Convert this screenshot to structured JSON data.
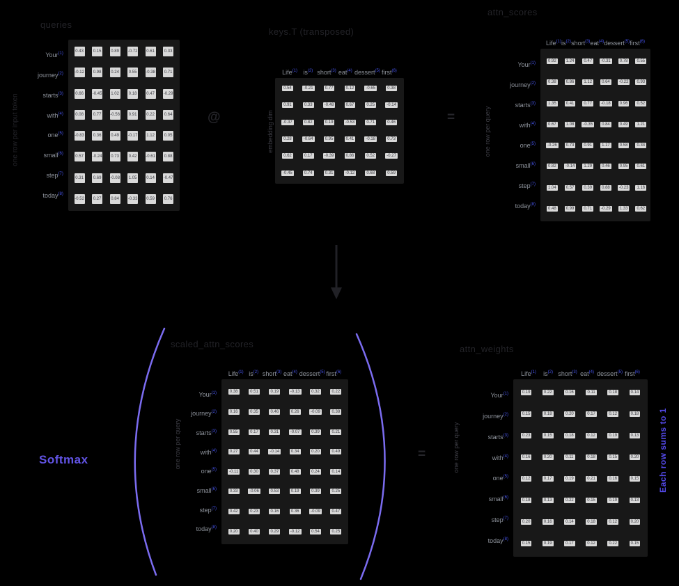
{
  "figure": {
    "softmax_label": "Softmax",
    "right_note": "Each row sums to 1",
    "operators": {
      "matmul": "@",
      "equals_top": "=",
      "equals_bottom": "="
    }
  },
  "colors": {
    "background": "#000000",
    "matrix_panel": "#181818",
    "cell_box": "#d9d9d9",
    "token_label_gray": "#8e939c",
    "superscript_blue": "#4553ea",
    "title_dark_gray": "#232328",
    "softmax_purple": "#6254e6",
    "paren_purple": "#7b6cf0",
    "note_purple": "#5349e8",
    "operator_dark": "#26262b"
  },
  "tokens": {
    "query_tokens": [
      "Your",
      "journey",
      "starts",
      "with",
      "one",
      "small",
      "step",
      "today"
    ],
    "key_tokens": [
      "Life",
      "is",
      "short",
      "eat",
      "dessert",
      "first"
    ]
  },
  "matrices": {
    "queries": {
      "title": "queries",
      "ylabel": "one row per input token",
      "square_cells": true,
      "row_labels": "query_tokens",
      "values": [
        [
          0.43,
          0.15,
          0.89,
          -0.72,
          0.61,
          0.33
        ],
        [
          -0.12,
          0.98,
          0.24,
          0.55,
          -0.38,
          0.71
        ],
        [
          0.66,
          -0.45,
          1.02,
          0.18,
          0.47,
          -0.29
        ],
        [
          0.08,
          0.77,
          -0.56,
          0.91,
          0.22,
          0.64
        ],
        [
          -0.83,
          0.36,
          0.49,
          -0.17,
          1.12,
          0.05
        ],
        [
          0.57,
          -0.24,
          0.73,
          0.42,
          -0.61,
          0.88
        ],
        [
          0.31,
          0.69,
          -0.08,
          1.05,
          0.14,
          -0.47
        ],
        [
          -0.52,
          0.27,
          0.84,
          -0.33,
          0.59,
          0.76
        ]
      ]
    },
    "keys_t": {
      "title": "keys.T (transposed)",
      "ylabel": "embedding dim",
      "col_labels": "key_tokens",
      "values": [
        [
          0.54,
          -0.21,
          0.77,
          0.12,
          -0.65,
          0.38
        ],
        [
          0.91,
          0.33,
          -0.48,
          0.67,
          0.25,
          -0.14
        ],
        [
          -0.37,
          0.82,
          0.19,
          -0.53,
          0.71,
          0.46
        ],
        [
          0.28,
          -0.64,
          0.95,
          0.41,
          -0.18,
          0.73
        ],
        [
          0.62,
          0.17,
          -0.39,
          0.86,
          0.52,
          -0.27
        ],
        [
          -0.45,
          0.74,
          0.31,
          -0.12,
          0.68,
          0.59
        ]
      ]
    },
    "attn_scores": {
      "title": "attn_scores",
      "ylabel": "one row per query",
      "row_labels": "query_tokens",
      "col_labels": "key_tokens",
      "values": [
        [
          0.92,
          1.24,
          0.47,
          -0.31,
          0.78,
          0.55
        ],
        [
          0.38,
          0.86,
          1.12,
          0.64,
          -0.22,
          0.93
        ],
        [
          1.35,
          0.41,
          0.77,
          -0.18,
          0.96,
          0.52
        ],
        [
          0.67,
          1.08,
          -0.35,
          0.84,
          0.49,
          1.21
        ],
        [
          -0.26,
          0.73,
          0.91,
          1.17,
          0.58,
          0.34
        ],
        [
          0.82,
          -0.14,
          1.29,
          0.46,
          0.95,
          0.61
        ],
        [
          1.04,
          0.57,
          0.39,
          0.88,
          -0.23,
          1.16
        ],
        [
          0.48,
          0.99,
          0.71,
          -0.29,
          1.33,
          0.62
        ]
      ]
    },
    "scaled_attn_scores": {
      "title": "scaled_attn_scores",
      "ylabel": "one row per query",
      "row_labels": "query_tokens",
      "col_labels": "key_tokens",
      "values": [
        [
          0.38,
          0.51,
          0.19,
          -0.13,
          0.32,
          0.22
        ],
        [
          0.16,
          0.35,
          0.46,
          0.26,
          -0.09,
          0.38
        ],
        [
          0.55,
          0.17,
          0.31,
          -0.07,
          0.39,
          0.21
        ],
        [
          0.27,
          0.44,
          -0.14,
          0.34,
          0.2,
          0.49
        ],
        [
          -0.11,
          0.3,
          0.37,
          0.48,
          0.24,
          0.14
        ],
        [
          0.33,
          -0.06,
          0.53,
          0.19,
          0.39,
          0.25
        ],
        [
          0.42,
          0.23,
          0.16,
          0.36,
          -0.09,
          0.47
        ],
        [
          0.2,
          0.4,
          0.29,
          -0.12,
          0.54,
          0.25
        ]
      ]
    },
    "attn_weights": {
      "title": "attn_weights",
      "ylabel": "one row per query",
      "row_labels": "query_tokens",
      "col_labels": "key_tokens",
      "values": [
        [
          0.19,
          0.22,
          0.16,
          0.11,
          0.18,
          0.14
        ],
        [
          0.15,
          0.18,
          0.2,
          0.17,
          0.12,
          0.18
        ],
        [
          0.23,
          0.15,
          0.18,
          0.12,
          0.19,
          0.13
        ],
        [
          0.16,
          0.2,
          0.11,
          0.18,
          0.15,
          0.2
        ],
        [
          0.12,
          0.17,
          0.19,
          0.21,
          0.16,
          0.15
        ],
        [
          0.18,
          0.13,
          0.22,
          0.15,
          0.19,
          0.13
        ],
        [
          0.2,
          0.16,
          0.14,
          0.18,
          0.12,
          0.2
        ],
        [
          0.15,
          0.19,
          0.17,
          0.12,
          0.22,
          0.15
        ]
      ]
    }
  }
}
